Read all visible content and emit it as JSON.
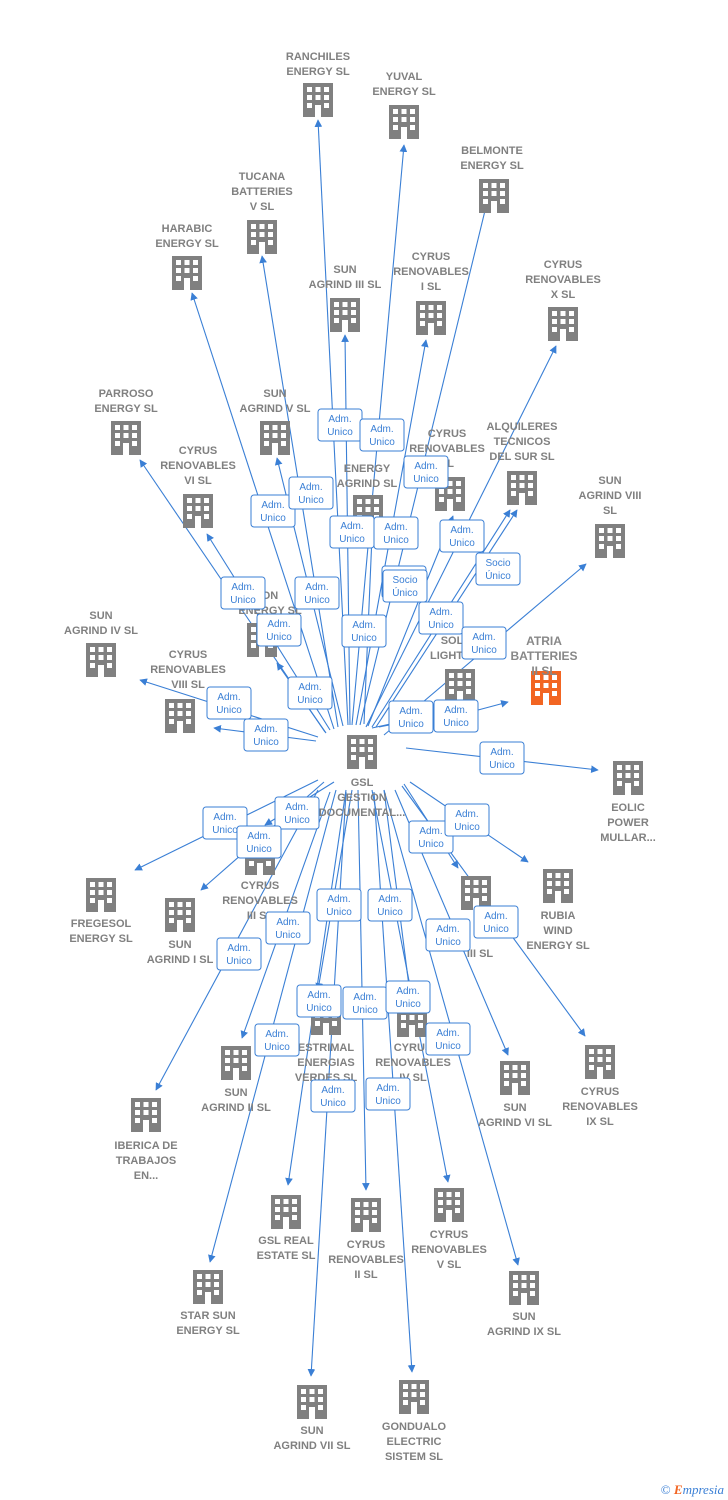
{
  "colors": {
    "edge": "#3a7fd5",
    "building": "#808080",
    "highlight": "#f26522",
    "label": "#808080"
  },
  "center": {
    "id": "gsl",
    "lines": [
      "GSL",
      "GESTION",
      "DOCUMENTAL..."
    ]
  },
  "nodes": [
    {
      "id": "ranchiles",
      "lines": [
        "RANCHILES",
        "ENERGY  SL"
      ]
    },
    {
      "id": "yuval",
      "lines": [
        "YUVAL",
        "ENERGY  SL"
      ]
    },
    {
      "id": "belmonte",
      "lines": [
        "BELMONTE",
        "ENERGY  SL"
      ]
    },
    {
      "id": "tucana",
      "lines": [
        "TUCANA",
        "BATTERIES",
        "V  SL"
      ]
    },
    {
      "id": "harabic",
      "lines": [
        "HARABIC",
        "ENERGY  SL"
      ]
    },
    {
      "id": "sun3",
      "lines": [
        "SUN",
        "AGRIND III  SL"
      ]
    },
    {
      "id": "cyrus1",
      "lines": [
        "CYRUS",
        "RENOVABLES",
        "I  SL"
      ]
    },
    {
      "id": "cyrusx",
      "lines": [
        "CYRUS",
        "RENOVABLES",
        "X  SL"
      ]
    },
    {
      "id": "parroso",
      "lines": [
        "PARROSO",
        "ENERGY  SL"
      ]
    },
    {
      "id": "sun5",
      "lines": [
        "SUN",
        "AGRIND V  SL"
      ]
    },
    {
      "id": "cyrus_hidden",
      "lines": [
        "CYRUS",
        "RENOVABLES",
        "SL"
      ]
    },
    {
      "id": "alquileres",
      "lines": [
        "ALQUILERES",
        "TECNICOS",
        "DEL SUR SL"
      ]
    },
    {
      "id": "cyrus6",
      "lines": [
        "CYRUS",
        "RENOVABLES",
        "VI  SL"
      ]
    },
    {
      "id": "energy_agrind",
      "lines": [
        "ENERGY",
        "AGRIND  SL"
      ]
    },
    {
      "id": "sun8",
      "lines": [
        "SUN",
        "AGRIND VIII",
        "SL"
      ]
    },
    {
      "id": "on_energy",
      "lines": [
        "ON",
        "ENERGY  SL"
      ]
    },
    {
      "id": "sun4",
      "lines": [
        "SUN",
        "AGRIND IV  SL"
      ]
    },
    {
      "id": "cyrus8",
      "lines": [
        "CYRUS",
        "RENOVABLES",
        "VIII  SL"
      ]
    },
    {
      "id": "sol_lighting",
      "lines": [
        "SOL",
        "LIGHTIN"
      ]
    },
    {
      "id": "atria",
      "lines": [
        "ATRIA",
        "BATTERIES",
        "II  SL"
      ],
      "highlight": true
    },
    {
      "id": "eolic",
      "lines": [
        "EOLIC",
        "POWER",
        "MULLAR..."
      ]
    },
    {
      "id": "fregesol",
      "lines": [
        "FREGESOL",
        "ENERGY  SL"
      ]
    },
    {
      "id": "cyrus3",
      "lines": [
        "CYRUS",
        "RENOVABLES",
        "III  SL"
      ]
    },
    {
      "id": "sun1",
      "lines": [
        "SUN",
        "AGRIND I  SL"
      ]
    },
    {
      "id": "solar_hidden",
      "lines": [
        "III  SL"
      ]
    },
    {
      "id": "rubia",
      "lines": [
        "RUBIA",
        "WIND",
        "ENERGY  SL"
      ]
    },
    {
      "id": "iberica",
      "lines": [
        "IBERICA DE",
        "TRABAJOS",
        "EN..."
      ]
    },
    {
      "id": "sun2",
      "lines": [
        "SUN",
        "AGRIND II  SL"
      ]
    },
    {
      "id": "estrimal",
      "lines": [
        "ESTRIMAL",
        "ENERGIAS",
        "VERDES  SL"
      ]
    },
    {
      "id": "cyrus4",
      "lines": [
        "CYRUS",
        "RENOVABLES",
        "IV  SL"
      ]
    },
    {
      "id": "sun6",
      "lines": [
        "SUN",
        "AGRIND VI  SL"
      ]
    },
    {
      "id": "cyrus9",
      "lines": [
        "CYRUS",
        "RENOVABLES",
        "IX  SL"
      ]
    },
    {
      "id": "gslreal",
      "lines": [
        "GSL REAL",
        "ESTATE  SL"
      ]
    },
    {
      "id": "cyrus2",
      "lines": [
        "CYRUS",
        "RENOVABLES",
        "II  SL"
      ]
    },
    {
      "id": "cyrus5",
      "lines": [
        "CYRUS",
        "RENOVABLES",
        "V  SL"
      ]
    },
    {
      "id": "starsun",
      "lines": [
        "STAR SUN",
        "ENERGY  SL"
      ]
    },
    {
      "id": "sun9",
      "lines": [
        "SUN",
        "AGRIND IX  SL"
      ]
    },
    {
      "id": "sun7",
      "lines": [
        "SUN",
        "AGRIND VII  SL"
      ]
    },
    {
      "id": "gondualo",
      "lines": [
        "GONDUALO",
        "ELECTRIC",
        "SISTEM  SL"
      ]
    }
  ],
  "edges": [
    {
      "to": "ranchiles",
      "label": [
        "Adm.",
        "Unico"
      ]
    },
    {
      "to": "yuval",
      "label": [
        "Adm.",
        "Unico"
      ]
    },
    {
      "to": "belmonte",
      "label": [
        "Adm.",
        "Unico"
      ]
    },
    {
      "to": "tucana",
      "label": [
        "Adm.",
        "Unico"
      ]
    },
    {
      "to": "harabic",
      "label": [
        "Adm.",
        "Unico"
      ]
    },
    {
      "to": "sun3",
      "label": [
        "Adm.",
        "Unico"
      ]
    },
    {
      "to": "cyrus1",
      "label": [
        "Adm.",
        "Unico"
      ]
    },
    {
      "to": "cyrusx",
      "label": [
        "Adm.",
        "Unico"
      ]
    },
    {
      "to": "parroso",
      "label": [
        "Adm.",
        "Unico"
      ]
    },
    {
      "to": "sun5",
      "label": [
        "Adm.",
        "Unico"
      ]
    },
    {
      "to": "cyrus_hidden",
      "label": [
        "Adm.",
        "Unico"
      ]
    },
    {
      "to": "alquileres",
      "label": [
        "Socio",
        "Único"
      ]
    },
    {
      "to": "alquileres",
      "label": [
        "Adm.",
        "Unico"
      ]
    },
    {
      "to": "cyrus6",
      "label": [
        "Adm.",
        "Unico"
      ]
    },
    {
      "to": "energy_agrind",
      "label": [
        "Adm.",
        "Unico"
      ]
    },
    {
      "to": "sun8",
      "label": [
        "Adm.",
        "Unico"
      ]
    },
    {
      "to": "on_energy",
      "label": [
        "Adm.",
        "Unico"
      ]
    },
    {
      "to": "sun4",
      "label": [
        "Adm.",
        "Unico"
      ]
    },
    {
      "to": "cyrus8",
      "label": [
        "Adm.",
        "Unico"
      ]
    },
    {
      "to": "sol_lighting",
      "label": [
        "Socio",
        "Único"
      ]
    },
    {
      "to": "sol_lighting",
      "label": [
        "Adm.",
        "Unico"
      ]
    },
    {
      "to": "atria",
      "label": [
        "Adm.",
        "Unico"
      ]
    },
    {
      "to": "eolic",
      "label": [
        "Adm.",
        "Unico"
      ]
    },
    {
      "to": "fregesol",
      "label": [
        "Adm.",
        "Unico"
      ]
    },
    {
      "to": "cyrus3",
      "label": [
        "Adm.",
        "Unico"
      ]
    },
    {
      "to": "sun1",
      "label": [
        "Adm.",
        "Unico"
      ]
    },
    {
      "to": "solar_hidden",
      "label": [
        "Adm.",
        "Unico"
      ]
    },
    {
      "to": "rubia",
      "label": [
        "Adm.",
        "Unico"
      ]
    },
    {
      "to": "iberica",
      "label": [
        "Adm.",
        "Unico"
      ]
    },
    {
      "to": "sun2",
      "label": [
        "Adm.",
        "Unico"
      ]
    },
    {
      "to": "estrimal",
      "label": [
        "Adm.",
        "Unico"
      ]
    },
    {
      "to": "cyrus4",
      "label": [
        "Adm.",
        "Unico"
      ]
    },
    {
      "to": "sun6",
      "label": [
        "Adm.",
        "Unico"
      ]
    },
    {
      "to": "cyrus9",
      "label": [
        "Adm.",
        "Unico"
      ]
    },
    {
      "to": "gslreal",
      "label": [
        "Adm.",
        "Unico"
      ]
    },
    {
      "to": "cyrus2",
      "label": [
        "Adm.",
        "Unico"
      ]
    },
    {
      "to": "cyrus5",
      "label": [
        "Adm.",
        "Unico"
      ]
    },
    {
      "to": "starsun",
      "label": [
        "Adm.",
        "Unico"
      ]
    },
    {
      "to": "sun9",
      "label": [
        "Adm.",
        "Unico"
      ]
    },
    {
      "to": "sun7",
      "label": [
        "Adm.",
        "Unico"
      ]
    },
    {
      "to": "gondualo",
      "label": [
        "Adm.",
        "Unico"
      ]
    }
  ],
  "footer": {
    "copyright": "©",
    "brand_first": "E",
    "brand_rest": "mpresia"
  }
}
